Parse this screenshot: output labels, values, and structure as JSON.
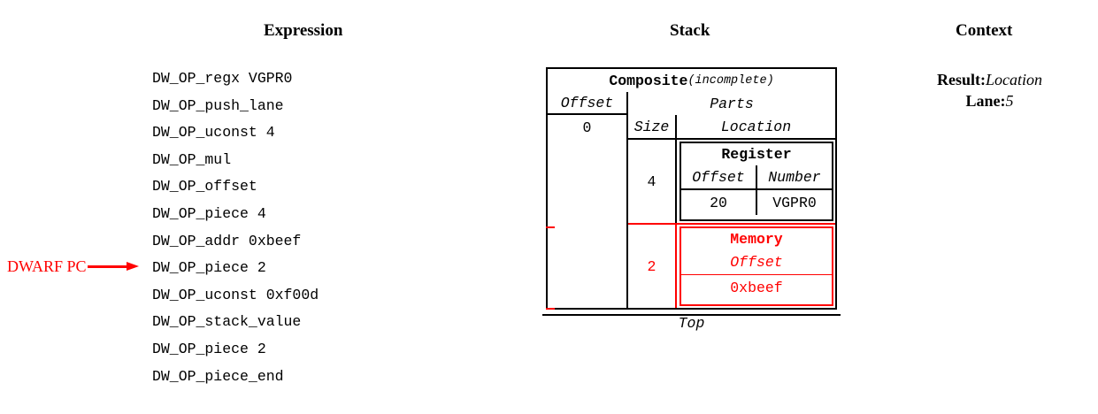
{
  "headers": {
    "expression": "Expression",
    "stack": "Stack",
    "context": "Context"
  },
  "expression": {
    "lines": [
      "DW_OP_regx VGPR0",
      "DW_OP_push_lane",
      "DW_OP_uconst 4",
      "DW_OP_mul",
      "DW_OP_offset",
      "DW_OP_piece 4",
      "DW_OP_addr 0xbeef",
      "DW_OP_piece 2",
      "DW_OP_uconst 0xf00d",
      "DW_OP_stack_value",
      "DW_OP_piece 2",
      "DW_OP_piece_end"
    ],
    "pc_marker": {
      "label": "DWARF PC",
      "points_to_line_index": 8,
      "color": "#ff0000"
    }
  },
  "stack": {
    "top_label": "Top",
    "composite": {
      "title": "Composite",
      "state": "(incomplete)",
      "offset_header": "Offset",
      "offset_value": "0",
      "parts_header": "Parts",
      "size_header": "Size",
      "location_header": "Location",
      "parts": [
        {
          "size": "4",
          "location": {
            "kind": "Register",
            "fields": [
              "Offset",
              "Number"
            ],
            "values": [
              "20",
              "VGPR0"
            ],
            "color": "#000000"
          }
        },
        {
          "size": "2",
          "location": {
            "kind": "Memory",
            "fields": [
              "Offset"
            ],
            "values": [
              "0xbeef"
            ],
            "color": "#ff0000"
          }
        }
      ]
    }
  },
  "context": {
    "rows": [
      {
        "key": "Result:",
        "value": "Location"
      },
      {
        "key": "Lane:",
        "value": "5"
      }
    ]
  }
}
